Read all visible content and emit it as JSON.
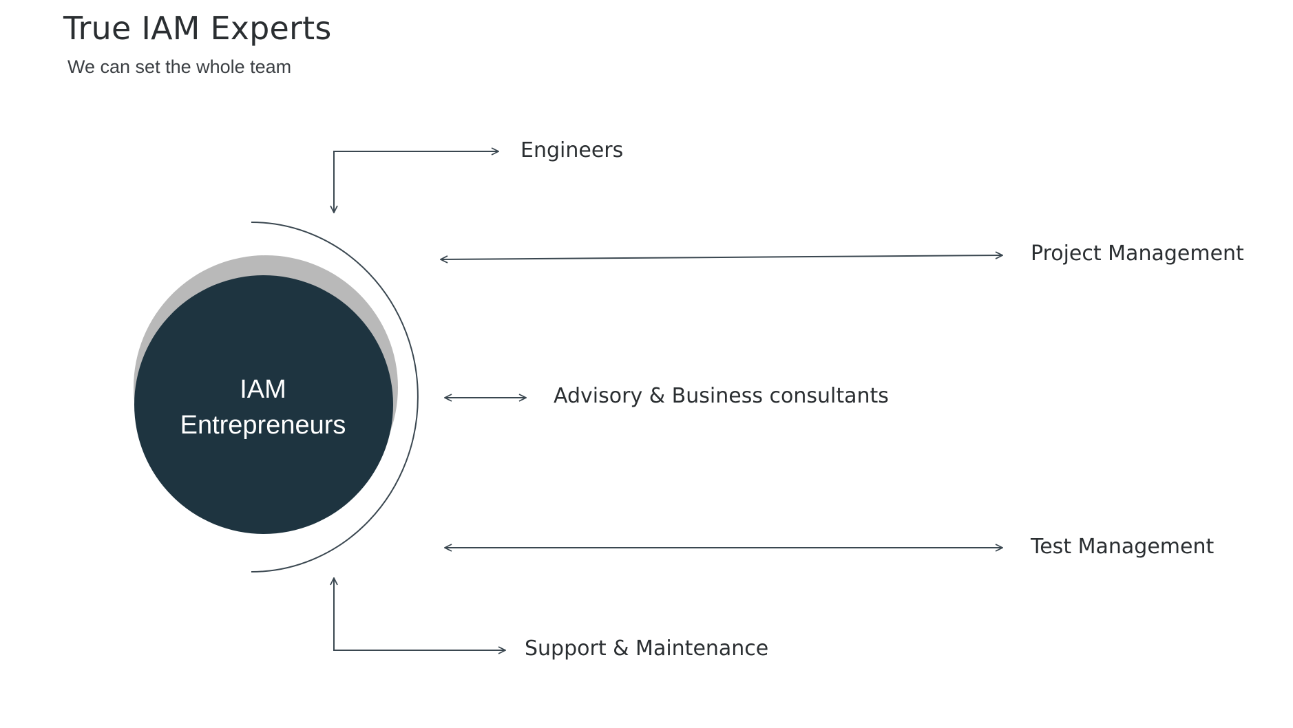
{
  "header": {
    "title": "True IAM Experts",
    "subtitle": "We can set the whole team"
  },
  "center": {
    "line1": "IAM",
    "line2": "Entrepreneurs"
  },
  "roles": {
    "engineers": "Engineers",
    "project_management": "Project Management",
    "advisory": "Advisory & Business consultants",
    "test_management": "Test Management",
    "support": "Support & Maintenance"
  },
  "colors": {
    "circle": "#1e3440",
    "circle_shadow": "#b9b9b9",
    "line": "#3a4750"
  }
}
